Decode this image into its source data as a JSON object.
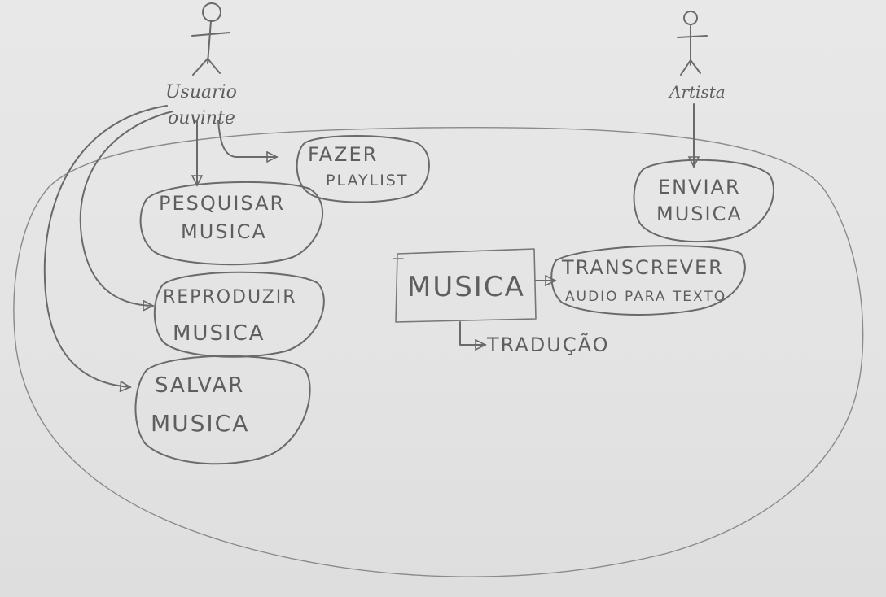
{
  "actors": {
    "user": {
      "line1": "Usuario",
      "line2": "ouvinte"
    },
    "artist": {
      "label": "Artista"
    }
  },
  "use_cases": {
    "fazer_playlist": {
      "line1": "FAZER",
      "line2": "PLAYLIST"
    },
    "pesquisar_musica": {
      "line1": "PESQUISAR",
      "line2": "MUSICA"
    },
    "reproduzir_musica": {
      "line1": "REPRODUZIR",
      "line2": "MUSICA"
    },
    "salvar_musica": {
      "line1": "SALVAR",
      "line2": "MUSICA"
    },
    "enviar_musica": {
      "line1": "ENVIAR",
      "line2": "MUSICA"
    },
    "transcrever": {
      "line1": "TRANSCREVER",
      "line2": "AUDIO PARA TEXTO"
    }
  },
  "entities": {
    "musica_box": {
      "label": "MUSICA"
    },
    "traducao": {
      "label": "TRADUÇÃO"
    }
  },
  "colors": {
    "paper": "#e6e6e6",
    "pencil": "#6a6a6a"
  }
}
